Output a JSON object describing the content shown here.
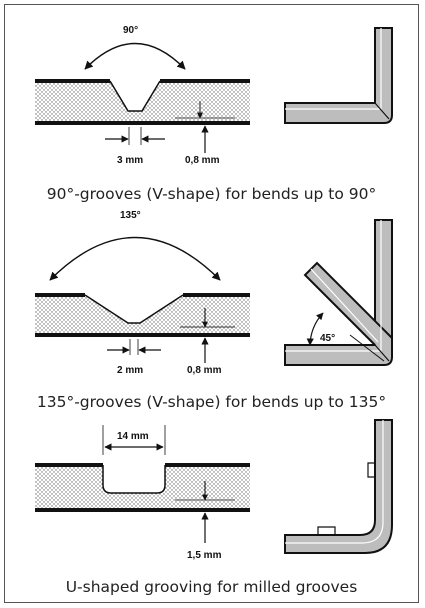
{
  "sections": [
    {
      "angle_label": "90°",
      "groove_width_label": "3 mm",
      "depth_label": "0,8 mm",
      "caption": "90°-grooves (V-shape) for bends up to 90°"
    },
    {
      "angle_label": "135°",
      "groove_width_label": "2 mm",
      "depth_label": "0,8 mm",
      "bend_angle_label": "45°",
      "caption": "135°-grooves (V-shape) for bends up to 135°"
    },
    {
      "groove_width_label": "14 mm",
      "depth_label": "1,5 mm",
      "caption": "U-shaped grooving for milled grooves"
    }
  ]
}
